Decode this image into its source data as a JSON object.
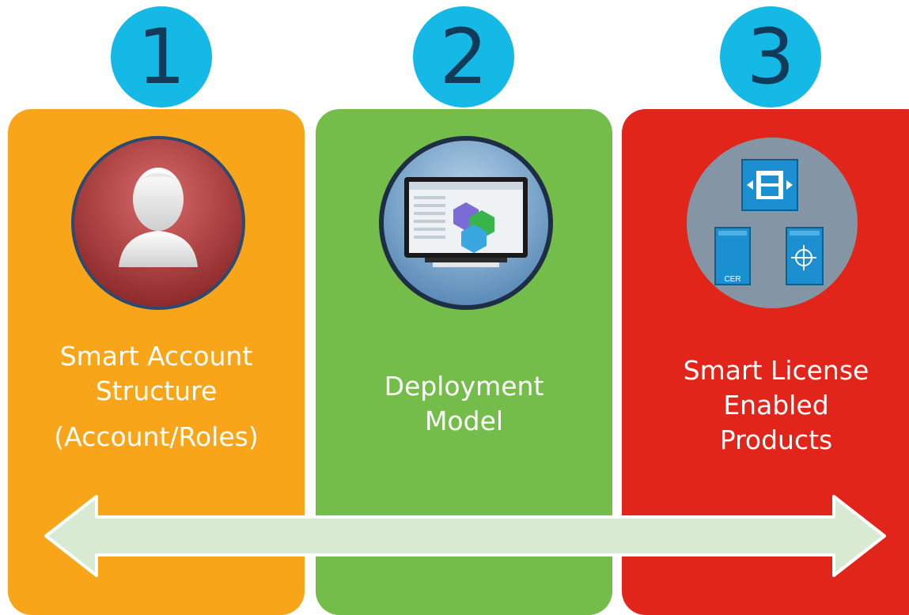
{
  "steps": [
    {
      "number": "1",
      "title_line1": "Smart Account",
      "title_line2": "Structure",
      "title_line3": "(Account/Roles)",
      "icon": "user-icon",
      "color": "#f9a51a"
    },
    {
      "number": "2",
      "title_line1": "Deployment",
      "title_line2": "Model",
      "icon": "monitor-icon",
      "color": "#74bd4a"
    },
    {
      "number": "3",
      "title_line1": "Smart License",
      "title_line2": "Enabled",
      "title_line3": "Products",
      "icon": "server-devices-icon",
      "color": "#e1251b",
      "device_label": "CER"
    }
  ],
  "badge_color": "#14b9e6",
  "arrow_color": "#d9ead3"
}
